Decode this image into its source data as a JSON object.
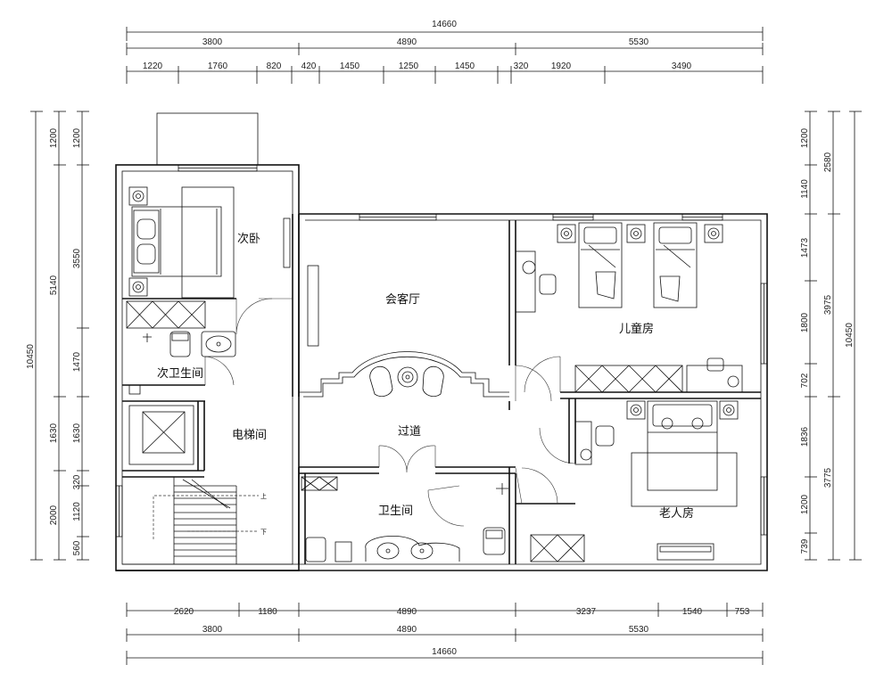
{
  "rooms": {
    "bedroom2": "次卧",
    "bathroom2": "次卫生间",
    "living": "会客厅",
    "kids": "儿童房",
    "hallway": "过道",
    "elevator": "电梯间",
    "bathroom": "卫生间",
    "elderly": "老人房"
  },
  "stair_labels": {
    "up": "上",
    "down": "下"
  },
  "dims": {
    "top_total": "14660",
    "top_mid": [
      "3800",
      "4890",
      "5530"
    ],
    "top_detail": [
      "1220",
      "1760",
      "820",
      "420",
      "1450",
      "1250",
      "1450",
      "320",
      "1920",
      "3490"
    ],
    "bottom_detail": [
      "2620",
      "1180",
      "4890",
      "3237",
      "1540",
      "753"
    ],
    "bottom_mid": [
      "3800",
      "4890",
      "5530"
    ],
    "bottom_total": "14660",
    "left_outer": [
      "1200",
      "5140",
      "10450",
      "1630",
      "2000"
    ],
    "left_inner": [
      "1200",
      "3550",
      "1470",
      "1630",
      "320",
      "1120",
      "560"
    ],
    "right_inner": [
      "1200",
      "1140",
      "1473",
      "1800",
      "702",
      "1836",
      "1200",
      "739"
    ],
    "right_outer": [
      "2580",
      "3975",
      "10450",
      "3775"
    ]
  }
}
